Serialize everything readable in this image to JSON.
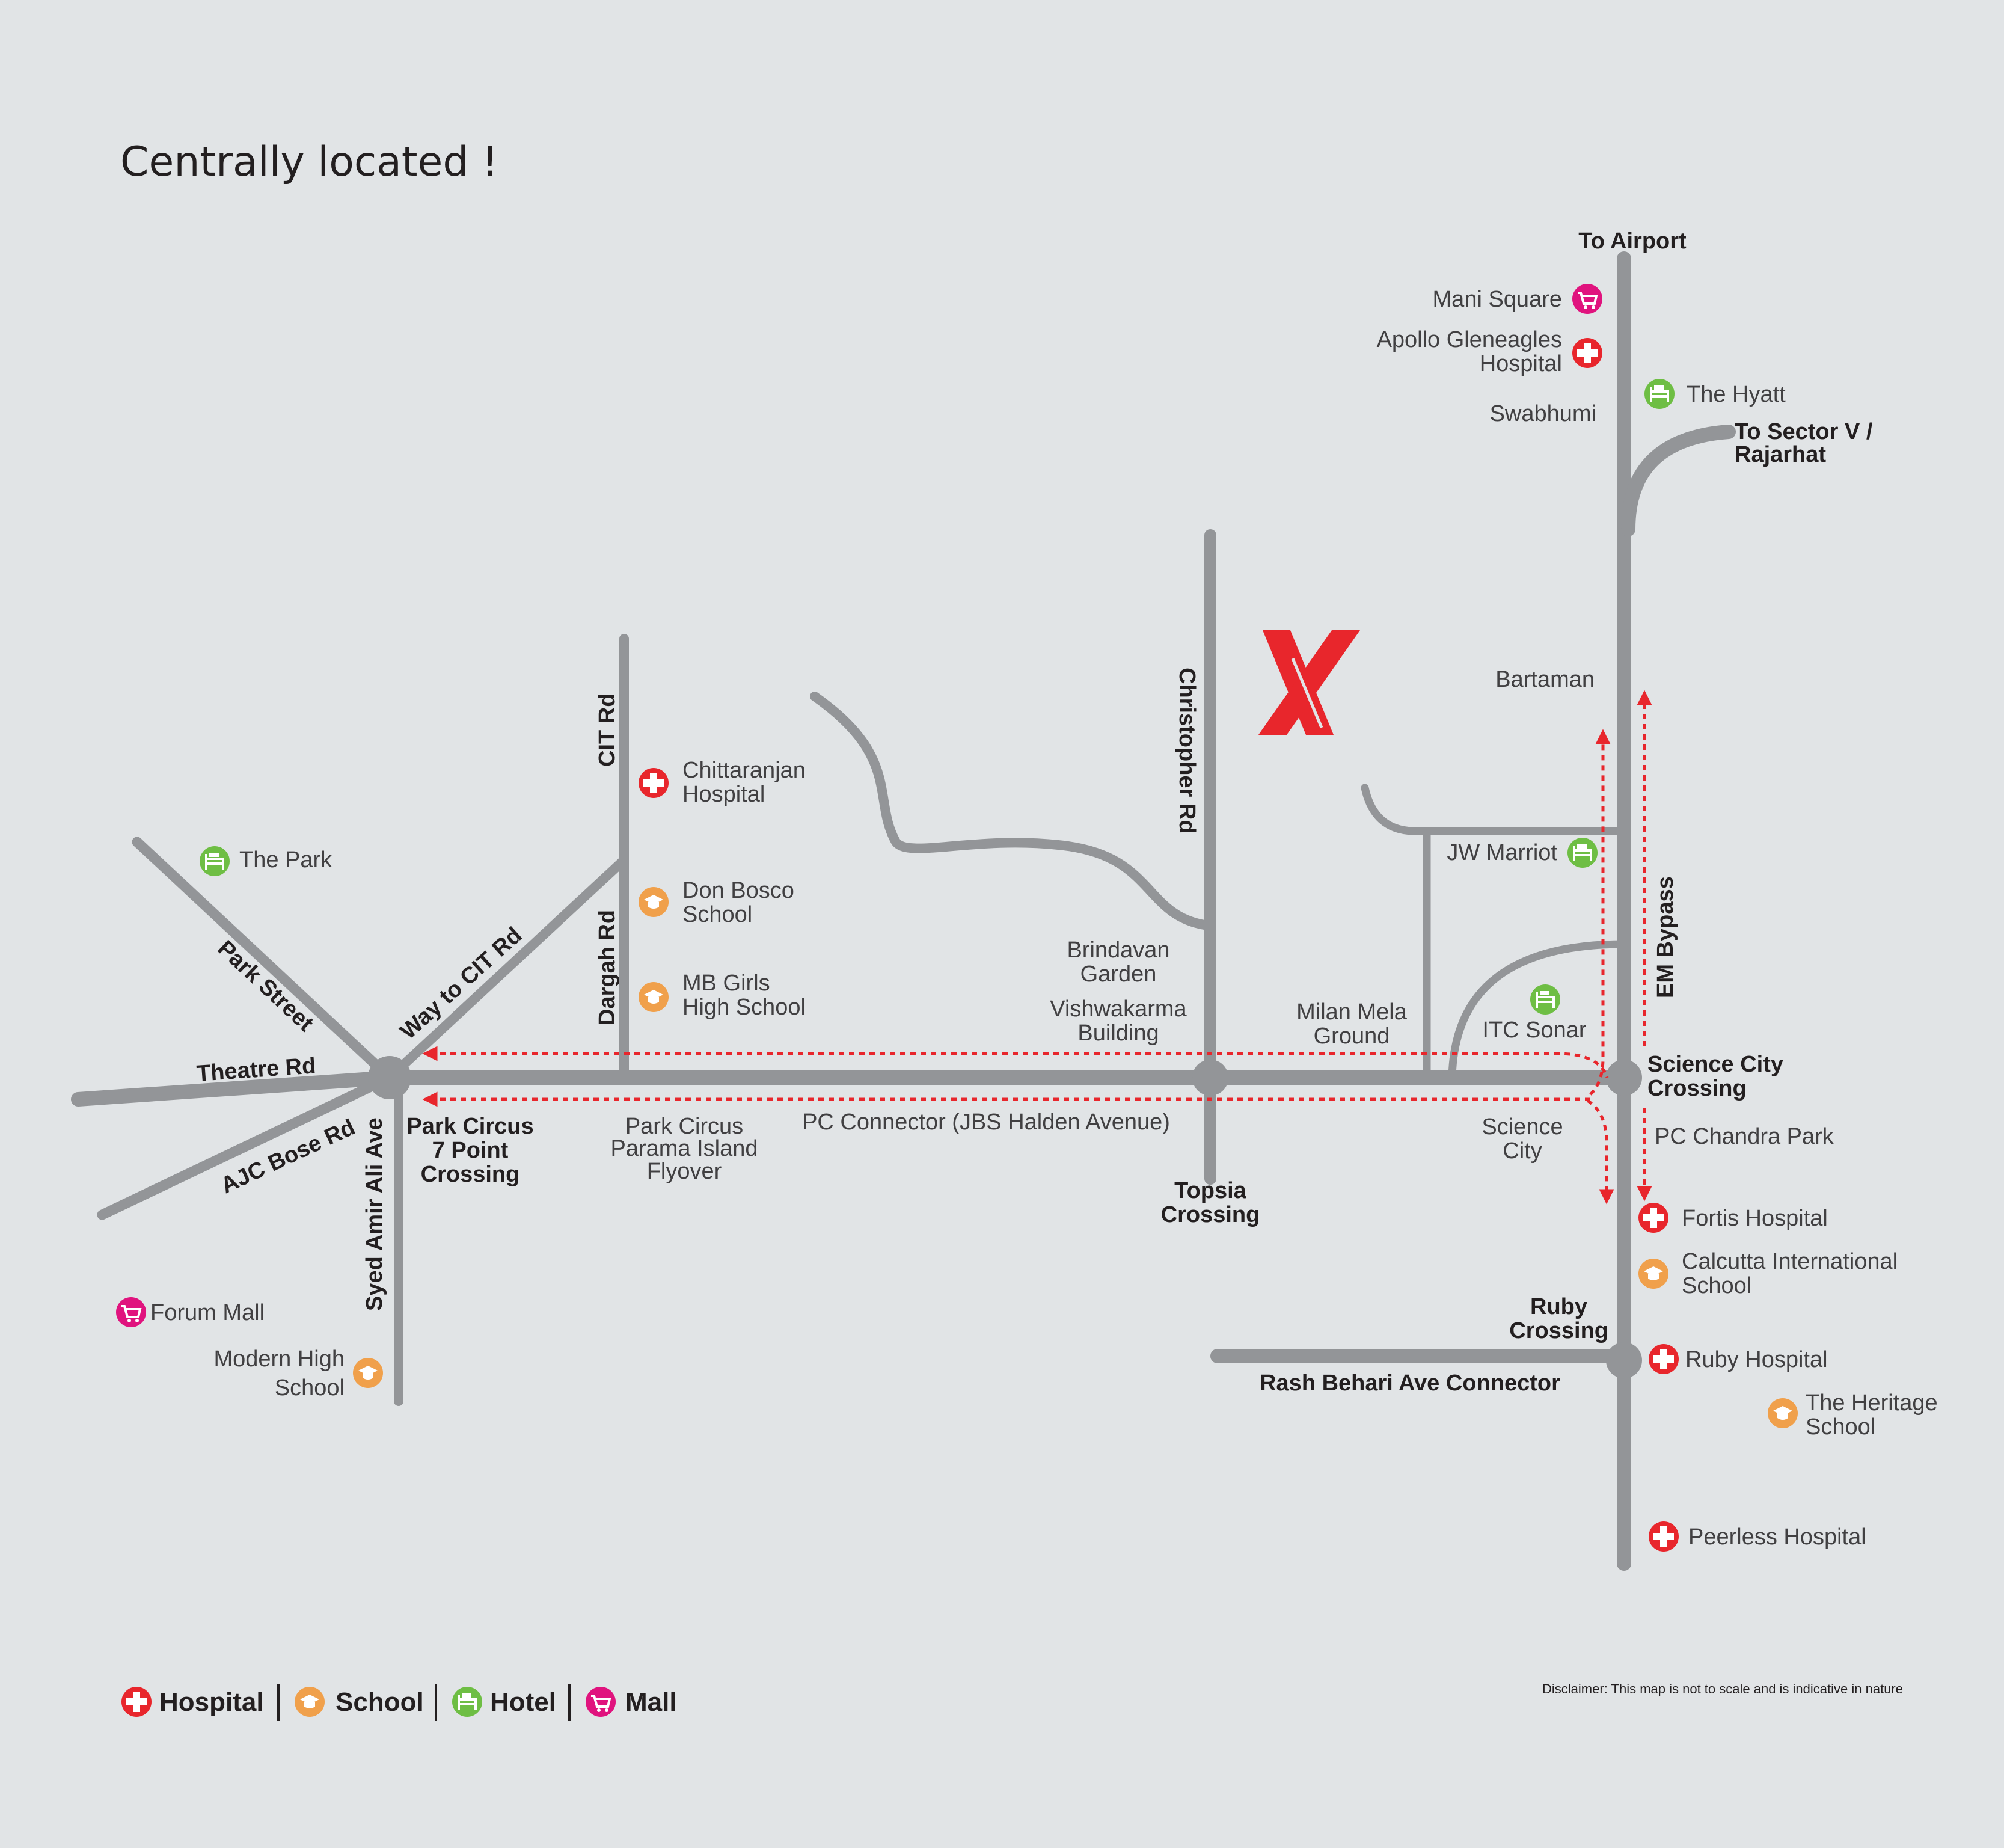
{
  "title": "Centrally located !",
  "disclaimer": "Disclaimer: This map is not to scale and is indicative in nature",
  "colors": {
    "background": "#e1e4e6",
    "road": "#939598",
    "route": "#e8262c",
    "hospital": "#e8262c",
    "school": "#f0a04b",
    "hotel": "#6ebe44",
    "mall": "#e0137e",
    "brand": "#e8262c"
  },
  "legend": [
    {
      "icon": "hospital-icon",
      "label": "Hospital"
    },
    {
      "icon": "school-icon",
      "label": "School"
    },
    {
      "icon": "hotel-icon",
      "label": "Hotel"
    },
    {
      "icon": "mall-icon",
      "label": "Mall"
    }
  ],
  "roads": {
    "to_airport": "To Airport",
    "to_sector_v_l1": "To Sector V /",
    "to_sector_v_l2": "Rajarhat",
    "em_bypass": "EM Bypass",
    "christopher_rd": "Christopher Rd",
    "cit_rd": "CIT Rd",
    "dargah_rd": "Dargah Rd",
    "way_to_cit_rd": "Way to CIT Rd",
    "park_street": "Park Street",
    "theatre_rd": "Theatre Rd",
    "ajc_bose_rd": "AJC Bose Rd",
    "syed_amir_ali_ave": "Syed Amir Ali Ave",
    "pc_connector": "PC Connector (JBS Halden Avenue)",
    "rash_behari": "Rash Behari Ave Connector"
  },
  "junctions": {
    "park_circus": [
      "Park Circus",
      "7 Point",
      "Crossing"
    ],
    "topsia": [
      "Topsia",
      "Crossing"
    ],
    "science_city_crossing": [
      "Science City",
      "Crossing"
    ],
    "ruby_crossing": [
      "Ruby",
      "Crossing"
    ]
  },
  "landmarks": {
    "mani_square": "Mani Square",
    "apollo": [
      "Apollo Gleneagles",
      "Hospital"
    ],
    "the_hyatt": "The Hyatt",
    "swabhumi": "Swabhumi",
    "bartaman": "Bartaman",
    "jw_marriot": "JW Marriot",
    "itc_sonar": "ITC Sonar",
    "milan_mela": [
      "Milan Mela",
      "Ground"
    ],
    "brindavan": [
      "Brindavan",
      "Garden"
    ],
    "vishwakarma": [
      "Vishwakarma",
      "Building"
    ],
    "chittaranjan": [
      "Chittaranjan",
      "Hospital"
    ],
    "don_bosco": [
      "Don Bosco",
      "School"
    ],
    "mb_girls": [
      "MB Girls",
      "High School"
    ],
    "the_park": "The Park",
    "park_circus_flyover": [
      "Park Circus",
      "Parama Island",
      "Flyover"
    ],
    "science_city": [
      "Science",
      "City"
    ],
    "pc_chandra_park": "PC Chandra Park",
    "fortis": "Fortis Hospital",
    "calcutta_intl": [
      "Calcutta International",
      "School"
    ],
    "ruby_hospital": "Ruby Hospital",
    "heritage_school": [
      "The Heritage",
      "School"
    ],
    "peerless": "Peerless Hospital",
    "forum_mall": "Forum Mall",
    "modern_high": [
      "Modern High",
      "School"
    ]
  }
}
